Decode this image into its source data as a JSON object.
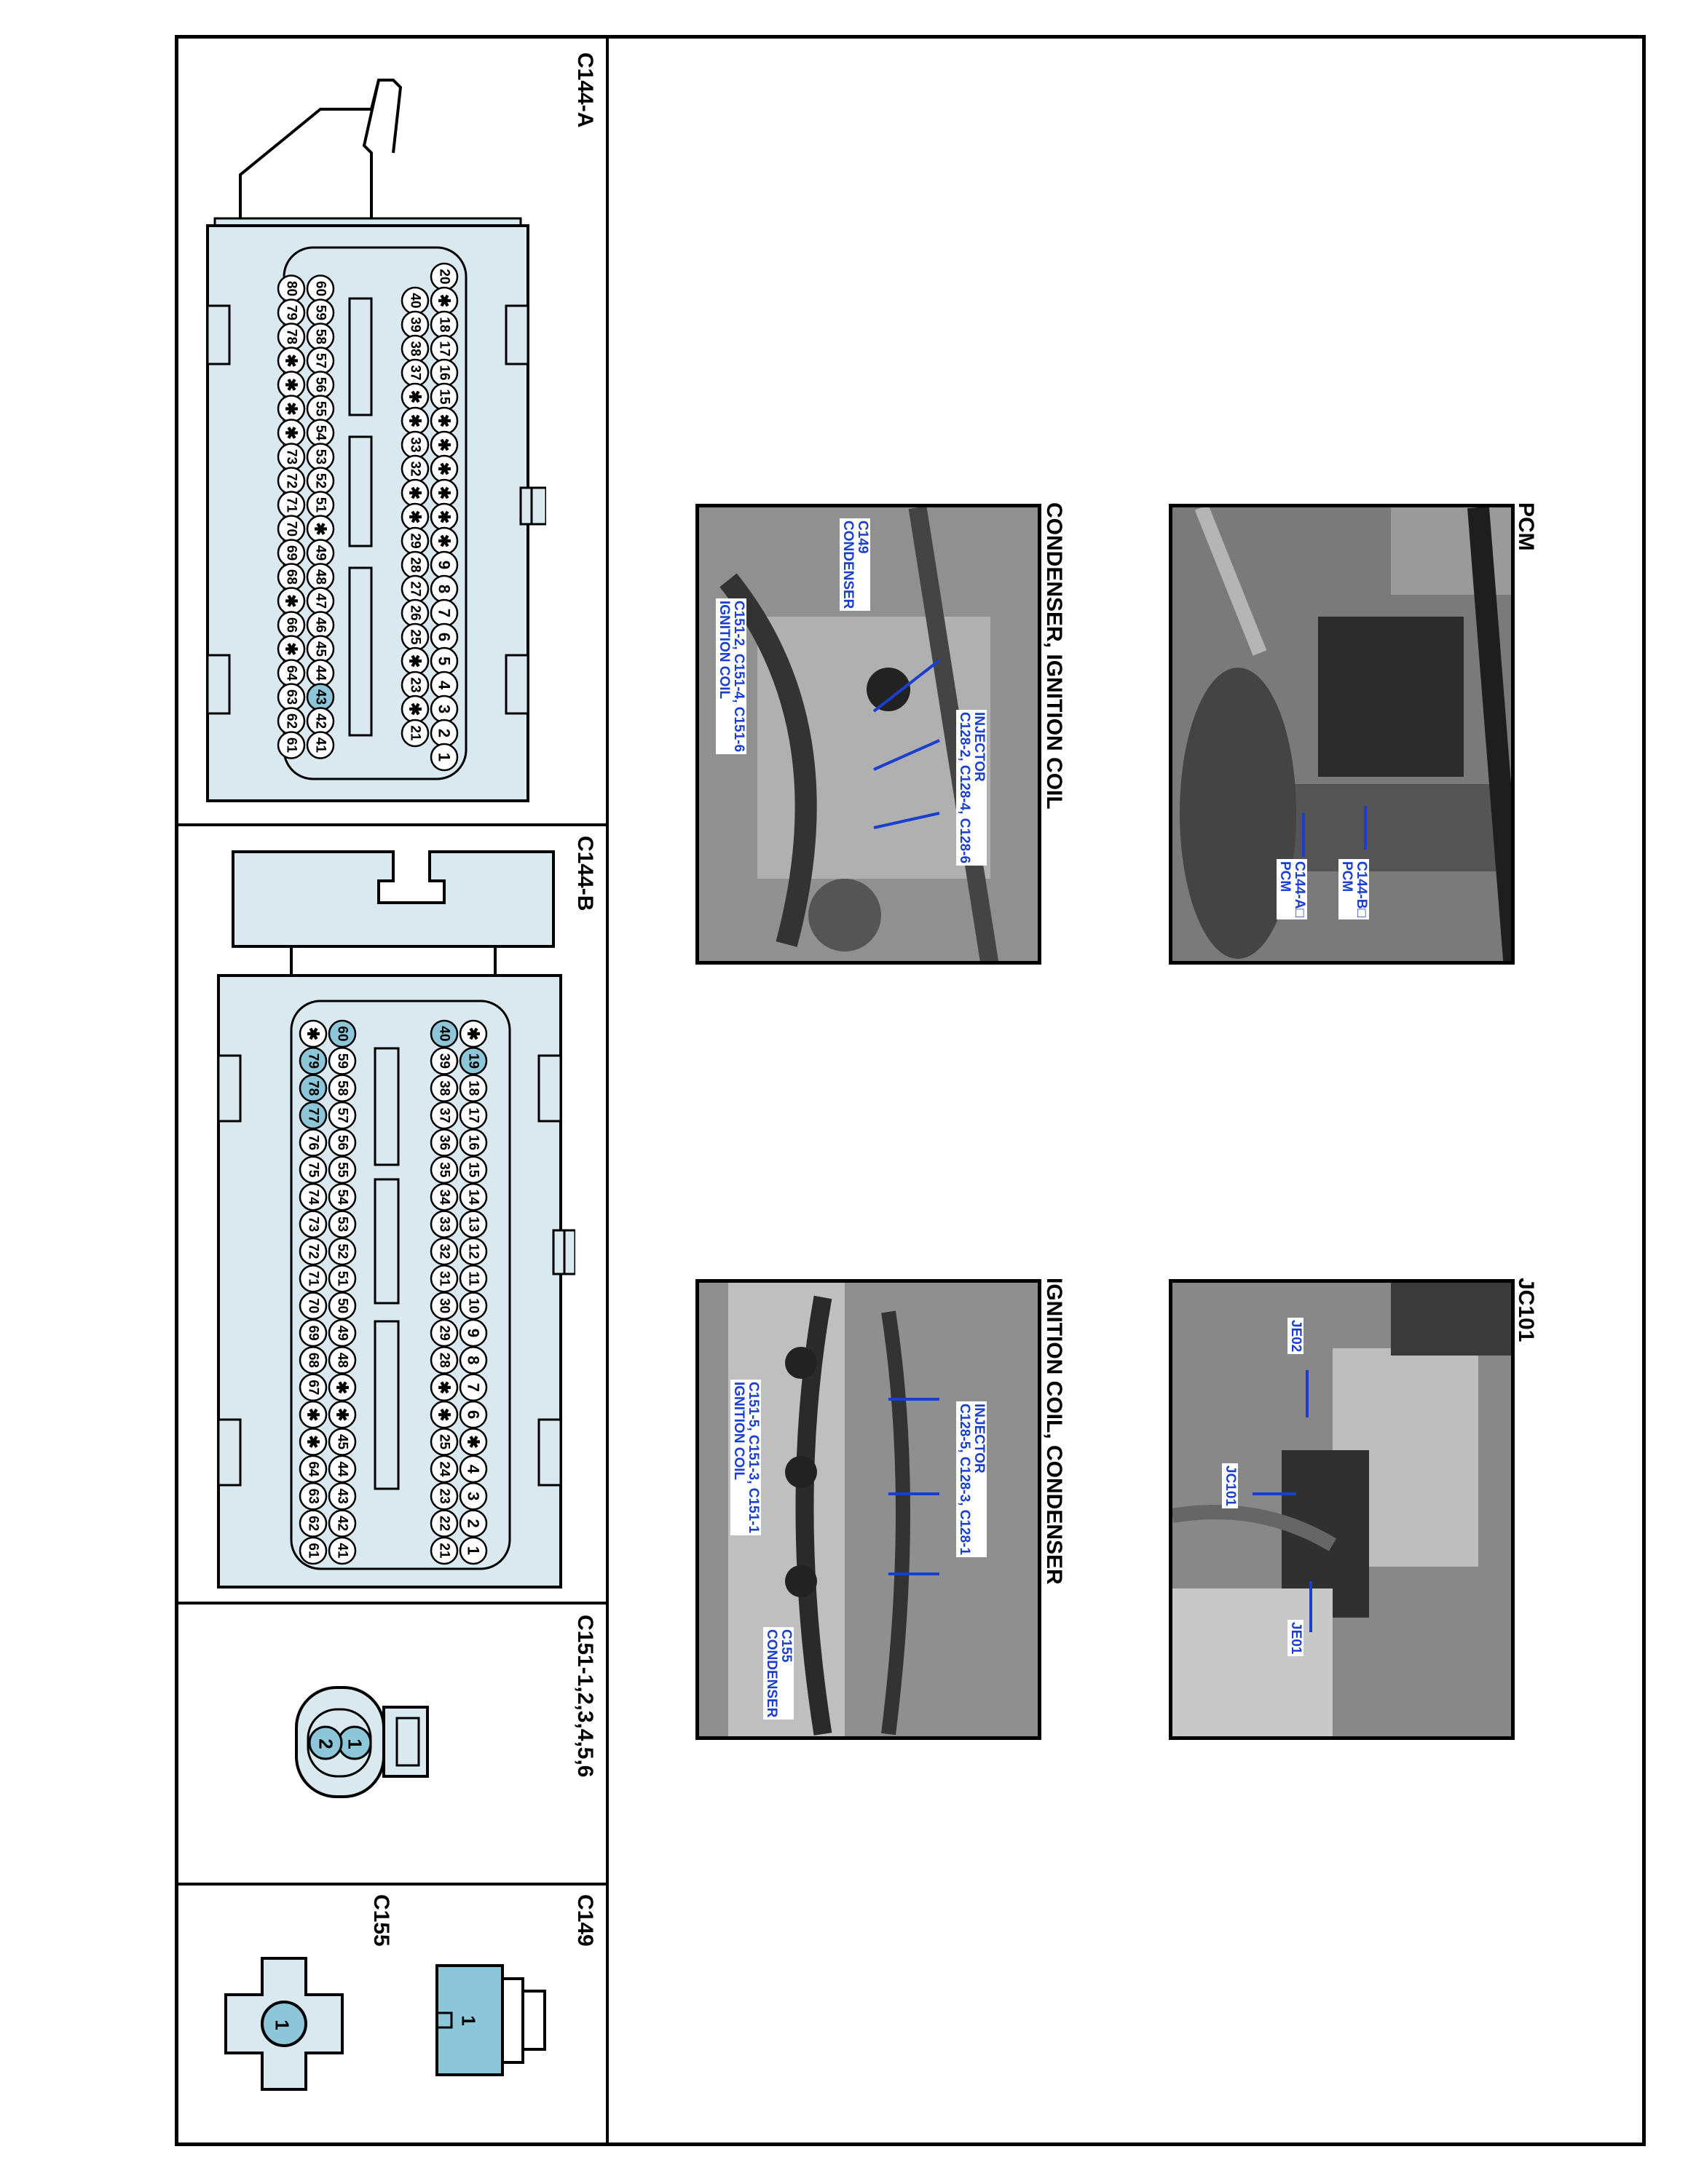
{
  "connectors": [
    {
      "id": "c144a",
      "title": "C144-A",
      "rows": [
        [
          "20",
          "✱",
          "18",
          "17",
          "16",
          "15",
          "✱",
          "✱",
          "✱",
          "✱",
          "✱",
          "✱",
          "9",
          "8",
          "7",
          "6",
          "5",
          "4",
          "3",
          "2",
          "1"
        ],
        [
          "40",
          "39",
          "38",
          "37",
          "✱",
          "✱",
          "33",
          "32",
          "✱",
          "✱",
          "29",
          "28",
          "27",
          "26",
          "25",
          "✱",
          "23",
          "✱",
          "21"
        ],
        [
          "60",
          "59",
          "58",
          "57",
          "56",
          "55",
          "54",
          "53",
          "52",
          "51",
          "✱",
          "49",
          "48",
          "47",
          "46",
          "45",
          "44",
          "43",
          "42",
          "41"
        ],
        [
          "80",
          "79",
          "78",
          "✱",
          "✱",
          "✱",
          "✱",
          "73",
          "72",
          "71",
          "70",
          "69",
          "68",
          "✱",
          "66",
          "✱",
          "64",
          "63",
          "62",
          "61"
        ]
      ]
    },
    {
      "id": "c144b",
      "title": "C144-B",
      "rows": [
        [
          "✱",
          "19",
          "18",
          "17",
          "16",
          "15",
          "14",
          "13",
          "12",
          "11",
          "10",
          "9",
          "8",
          "7",
          "6",
          "✱",
          "4",
          "3",
          "2",
          "1"
        ],
        [
          "40",
          "39",
          "38",
          "37",
          "36",
          "35",
          "34",
          "33",
          "32",
          "31",
          "30",
          "29",
          "28",
          "✱",
          "✱",
          "25",
          "24",
          "23",
          "22",
          "21"
        ],
        [
          "60",
          "59",
          "58",
          "57",
          "56",
          "55",
          "54",
          "53",
          "52",
          "51",
          "50",
          "49",
          "48",
          "✱",
          "✱",
          "45",
          "44",
          "43",
          "42",
          "41"
        ],
        [
          "✱",
          "79",
          "78",
          "77",
          "76",
          "75",
          "74",
          "73",
          "72",
          "71",
          "70",
          "69",
          "68",
          "67",
          "✱",
          "✱",
          "64",
          "63",
          "62",
          "61"
        ]
      ]
    },
    {
      "id": "c151",
      "title": "C151-1,2,3,4,5,6",
      "pins": [
        "1",
        "2"
      ]
    },
    {
      "id": "c149",
      "title": "C149",
      "pins": [
        "1"
      ]
    },
    {
      "id": "c155",
      "title": "C155",
      "pins": [
        "1"
      ]
    }
  ],
  "photos": [
    {
      "id": "pcm",
      "title": "PCM",
      "labels": [
        "C144-B□\nPCM",
        "C144-A□\nPCM"
      ]
    },
    {
      "id": "condenser-ignition",
      "title": "CONDENSER, IGNITION COIL",
      "labels": [
        "C149\nCONDENSER",
        "C151-2, C151-4, C151-6\nIGNITION COIL",
        "INJECTOR\nC128-2, C128-4, C128-6"
      ]
    },
    {
      "id": "jc101",
      "title": "JC101",
      "labels": [
        "JE02",
        "JC101",
        "JE01"
      ]
    },
    {
      "id": "ignition-condenser",
      "title": "IGNITION COIL, CONDENSER",
      "labels": [
        "C151-5, C151-3, C151-1\nIGNITION COIL",
        "INJECTOR\nC128-5, C128-3, C128-1",
        "C155\nCONDENSER"
      ]
    }
  ],
  "colors": {
    "connector_fill": "#d9e9ef",
    "pin_highlight": "#8cc6d8",
    "label_blue": "#1a3fcc"
  }
}
